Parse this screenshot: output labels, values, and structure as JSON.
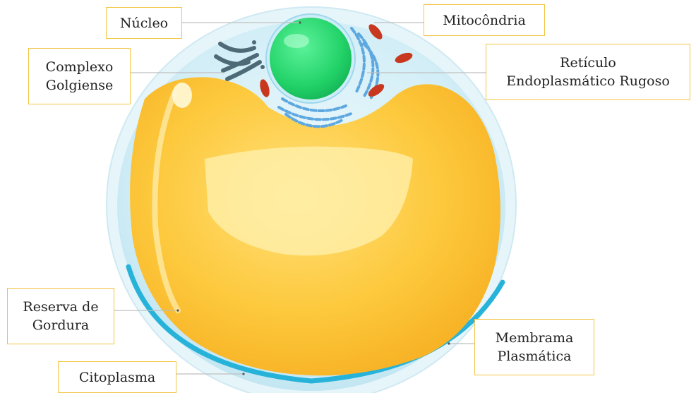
{
  "diagram": {
    "labels": {
      "nucleo": "Núcleo",
      "mitocondria": "Mitocôndria",
      "complexo_golgiense": "Complexo\nGolgiense",
      "reticulo": "Retículo\nEndoplasmático Rugoso",
      "reserva_gordura": "Reserva de\nGordura",
      "membrana": "Membrama\nPlasmática",
      "citoplasma": "Citoplasma"
    },
    "colors": {
      "label_border": "#f2c443",
      "cytoplasm": "#d3eef7",
      "membrane": "#27b3d9",
      "fat": "#fbbd2e",
      "nucleus": "#33e07a",
      "mitochondria": "#c7381f",
      "golgi": "#4d6a76",
      "reticulum": "#5ea8e0"
    }
  }
}
